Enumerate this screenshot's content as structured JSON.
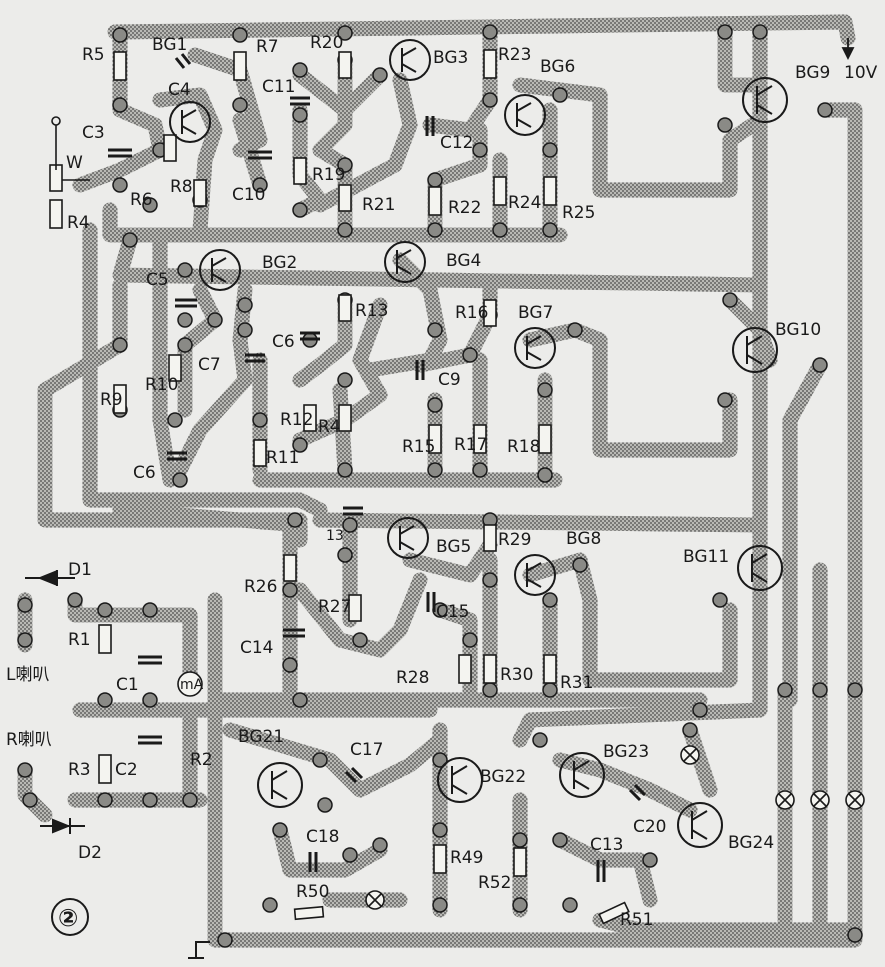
{
  "figure": {
    "number": "②",
    "supply_label": "10V",
    "colors": {
      "paper": "#ececea",
      "trace": "#b4b4b0",
      "trace_dot": "#4a4a4a",
      "ink": "#1a1a1a",
      "pad": "#8a8a86"
    }
  },
  "speakers": {
    "left": "L喇叭",
    "right": "R喇叭"
  },
  "transistors": {
    "bg1": "BG1",
    "bg2": "BG2",
    "bg3": "BG3",
    "bg4": "BG4",
    "bg5": "BG5",
    "bg6": "BG6",
    "bg7": "BG7",
    "bg8": "BG8",
    "bg9": "BG9",
    "bg10": "BG10",
    "bg11": "BG11",
    "bg21": "BG21",
    "bg22": "BG22",
    "bg23": "BG23",
    "bg24": "BG24"
  },
  "resistors": {
    "r1": "R1",
    "r2": "R2",
    "r3": "R3",
    "r4a": "R4",
    "r4b": "R4",
    "r5": "R5",
    "r6": "R6",
    "r7": "R7",
    "r8": "R8",
    "r9": "R9",
    "r10": "R10",
    "r11": "R11",
    "r12": "R12",
    "r13": "R13",
    "r15": "R15",
    "r16": "R16",
    "r17": "R17",
    "r18": "R18",
    "r19": "R19",
    "r20": "R20",
    "r21": "R21",
    "r22": "R22",
    "r23": "R23",
    "r24": "R24",
    "r25": "R25",
    "r26": "R26",
    "r27": "R27",
    "r28": "R28",
    "r29": "R29",
    "r30": "R30",
    "r31": "R31",
    "r49": "R49",
    "r50": "R50",
    "r51": "R51",
    "r52": "R52",
    "w": "W"
  },
  "capacitors": {
    "c1": "C1",
    "c2": "C2",
    "c3": "C3",
    "c4": "C4",
    "c5": "C5",
    "c6a": "C6",
    "c6b": "C6",
    "c7": "C7",
    "c9": "C9",
    "c10": "C10",
    "c11": "C11",
    "c12": "C12",
    "c13": "C13",
    "c14": "C14",
    "c15": "C15",
    "c17": "C17",
    "c18": "C18",
    "c20": "C20",
    "c_13": "13"
  },
  "diodes": {
    "d1": "D1",
    "d2": "D2"
  },
  "meter": {
    "label": "mA"
  }
}
